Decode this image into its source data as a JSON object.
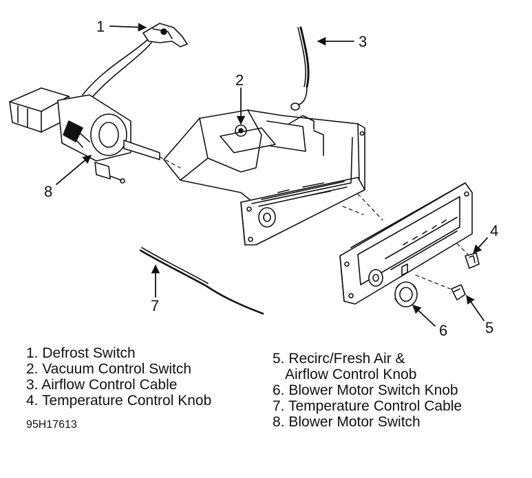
{
  "callouts": [
    "1",
    "2",
    "3",
    "4",
    "5",
    "6",
    "7",
    "8"
  ],
  "legend_left": [
    "1. Defrost Switch",
    "2. Vacuum Control Switch",
    "3. Airflow Control Cable",
    "4. Temperature Control Knob"
  ],
  "legend_right": [
    "5. Recirc/Fresh Air &",
    "Airflow Control Knob",
    "6. Blower Motor Switch Knob",
    "7. Temperature Control Cable",
    "8. Blower Motor Switch"
  ],
  "figure_id": "95H17613"
}
